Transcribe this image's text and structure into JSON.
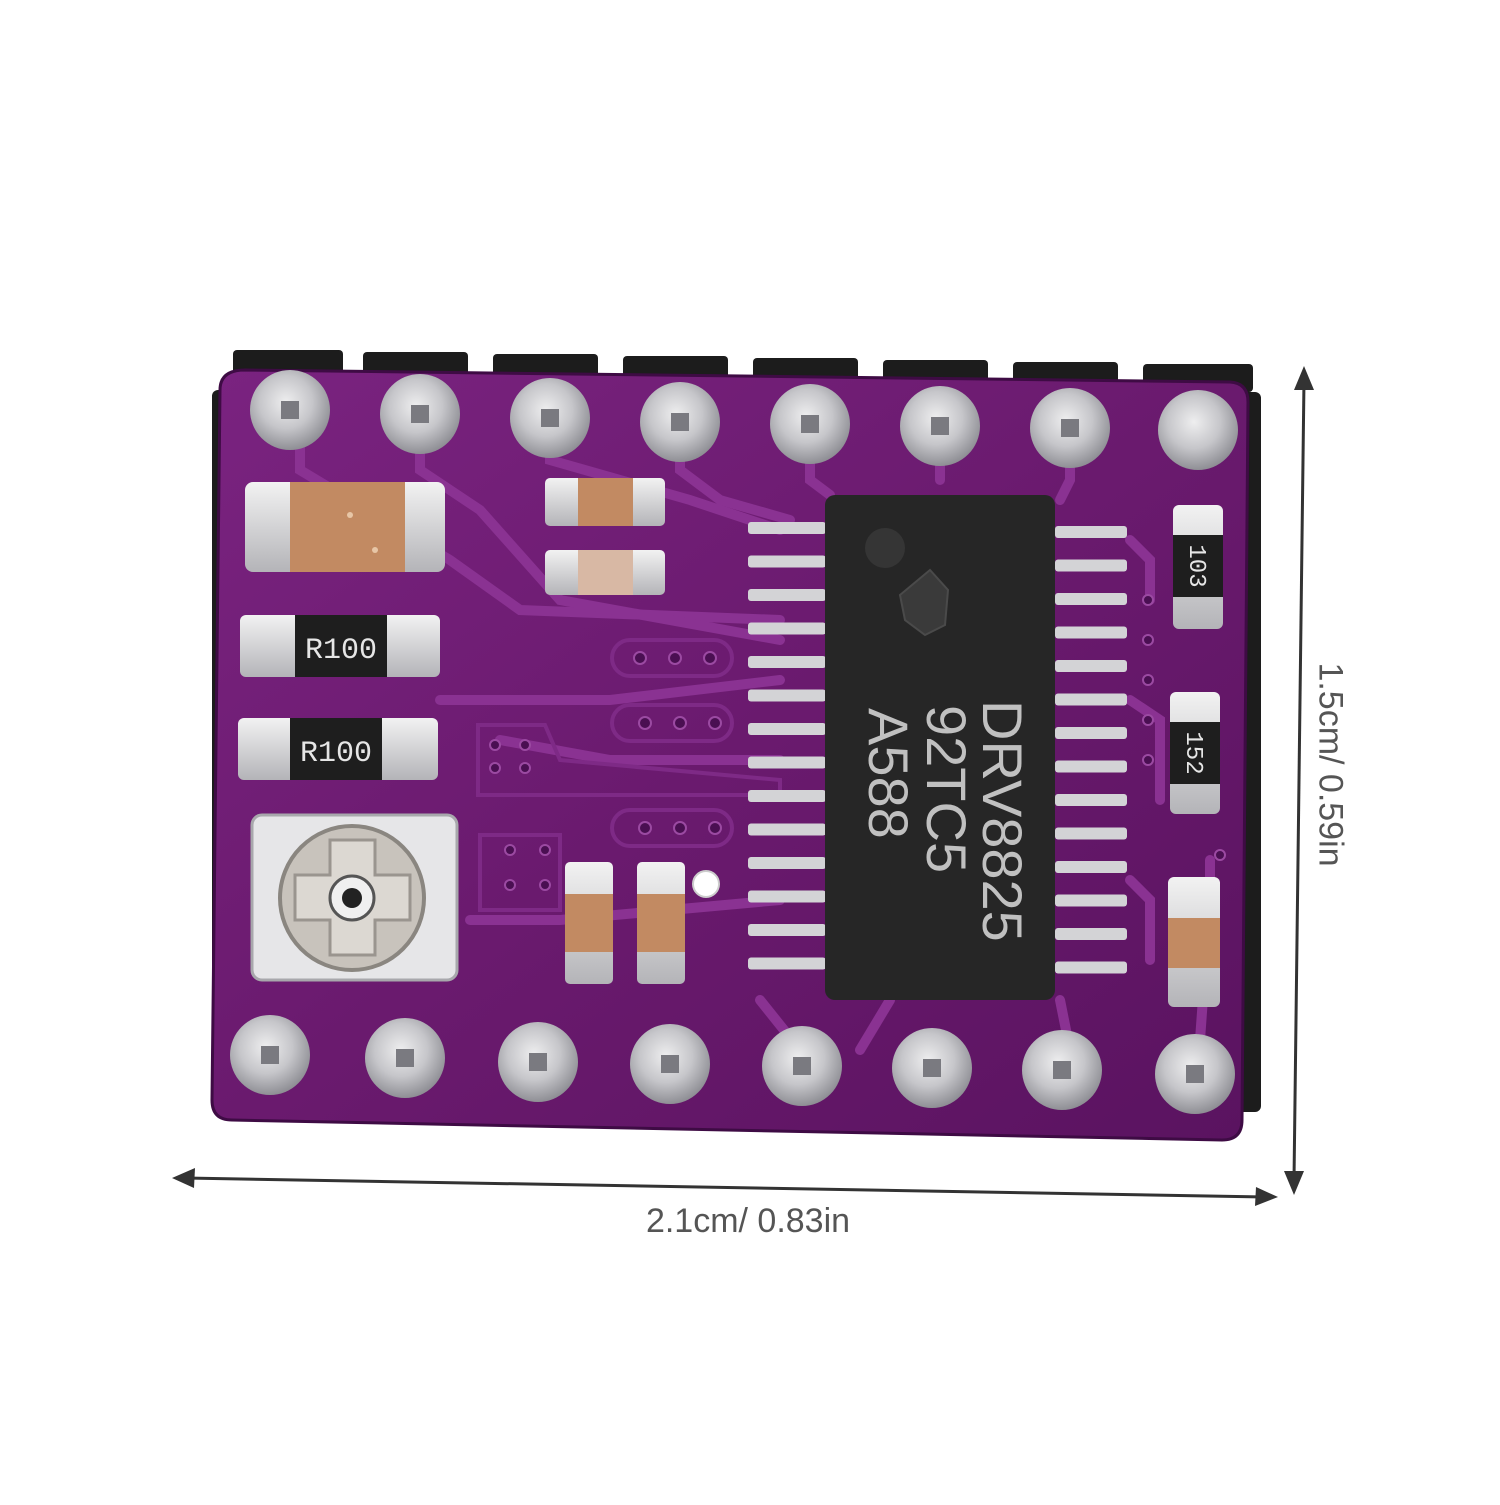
{
  "dimensions": {
    "width_text": "2.1cm/ 0.83in",
    "height_text": "1.5cm/ 0.59in"
  },
  "chip": {
    "line1": "DRV8825",
    "line2": "92TC5",
    "line3": "A588"
  },
  "resistors": {
    "r1": "R100",
    "r2": "R100",
    "r3": "103",
    "r4": "152"
  },
  "colors": {
    "pcb": "#6a1a6e",
    "pcb_dark": "#4a0f52",
    "trace": "#7e2a86",
    "chip": "#262626",
    "solder": "#c9c9cc",
    "pin_header": "#1c1c1c",
    "capacitor": "#c28a62",
    "dimension_line": "#333333"
  }
}
